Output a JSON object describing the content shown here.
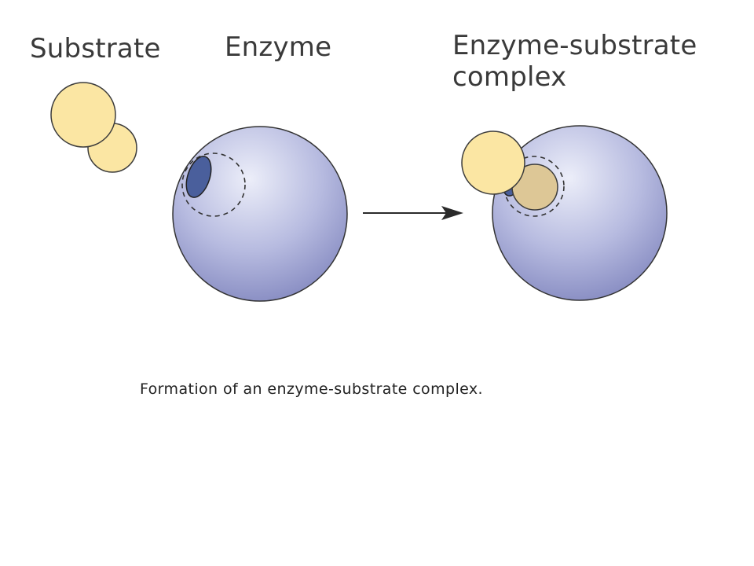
{
  "labels": {
    "substrate": "Substrate",
    "enzyme": "Enzyme",
    "complex_line1": "Enzyme-substrate",
    "complex_line2": "complex"
  },
  "caption": "Formation of an enzyme-substrate complex.",
  "colors": {
    "substrate_fill": "#fbe6a3",
    "substrate_stroke": "#3c3c3c",
    "enzyme_light": "#eceef9",
    "enzyme_mid": "#b7bbe0",
    "enzyme_dark": "#8489c0",
    "active_site": "#4a5f9c",
    "bound_substrate": "#ddc796",
    "arrow": "#2a2a2a"
  }
}
